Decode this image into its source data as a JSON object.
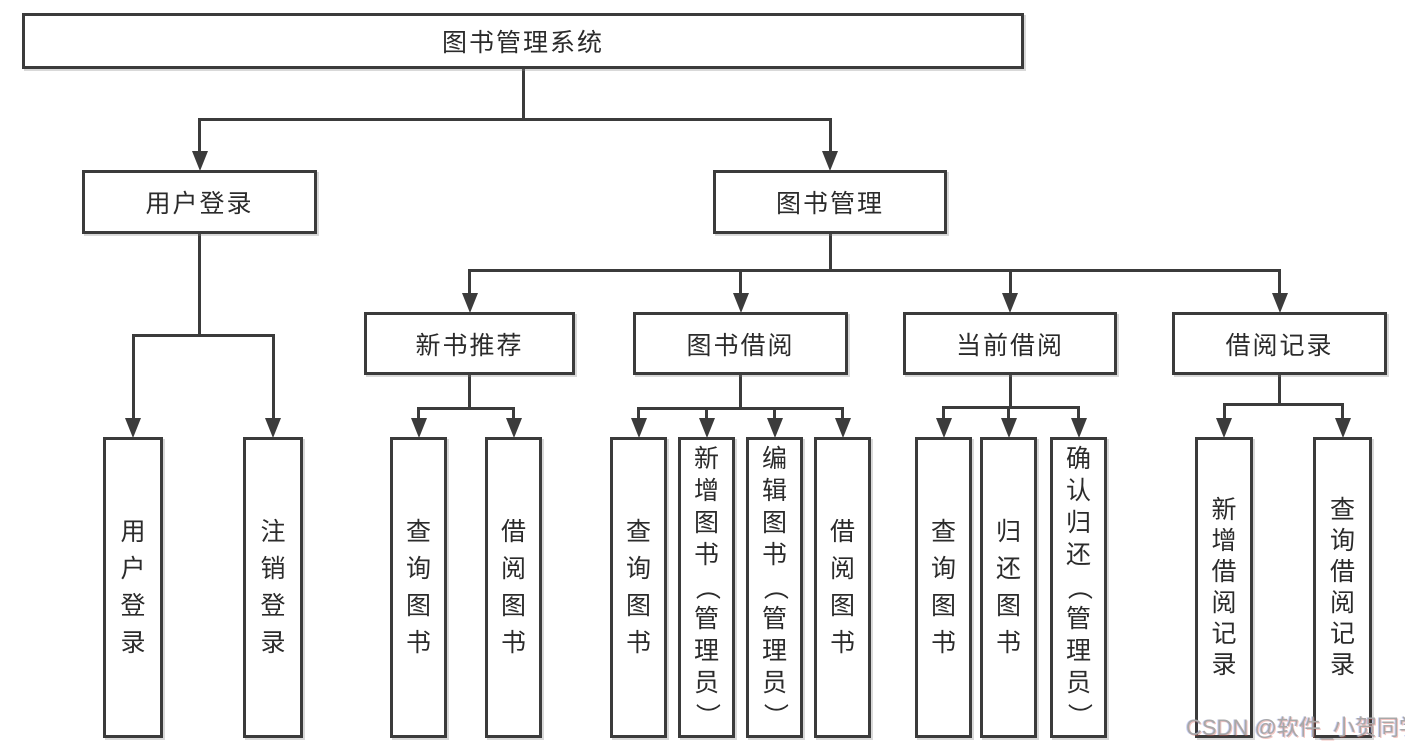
{
  "diagram": {
    "title": "图书管理系统",
    "watermark": "CSDN @软件_小贺同学",
    "colors": {
      "background": "#ffffff",
      "line": "#3b3b3b",
      "text": "#2b2b2b",
      "watermark": "#a8a8a8"
    },
    "nodes": [
      {
        "id": "root",
        "label": "图书管理系统",
        "parent": null,
        "orientation": "horizontal"
      },
      {
        "id": "user-login",
        "label": "用户登录",
        "parent": "root",
        "orientation": "horizontal"
      },
      {
        "id": "book-mgmt",
        "label": "图书管理",
        "parent": "root",
        "orientation": "horizontal"
      },
      {
        "id": "new-book-rec",
        "label": "新书推荐",
        "parent": "book-mgmt",
        "orientation": "horizontal"
      },
      {
        "id": "book-borrow",
        "label": "图书借阅",
        "parent": "book-mgmt",
        "orientation": "horizontal"
      },
      {
        "id": "current-borrow",
        "label": "当前借阅",
        "parent": "book-mgmt",
        "orientation": "horizontal"
      },
      {
        "id": "borrow-records",
        "label": "借阅记录",
        "parent": "book-mgmt",
        "orientation": "horizontal"
      },
      {
        "id": "leaf-user-login",
        "label": "用户登录",
        "parent": "user-login",
        "orientation": "vertical"
      },
      {
        "id": "leaf-logout",
        "label": "注销登录",
        "parent": "user-login",
        "orientation": "vertical"
      },
      {
        "id": "leaf-query-books-1",
        "label": "查询图书",
        "parent": "new-book-rec",
        "orientation": "vertical"
      },
      {
        "id": "leaf-borrow-books-1",
        "label": "借阅图书",
        "parent": "new-book-rec",
        "orientation": "vertical"
      },
      {
        "id": "leaf-query-books-2",
        "label": "查询图书",
        "parent": "book-borrow",
        "orientation": "vertical"
      },
      {
        "id": "leaf-add-books",
        "label": "新增图书（管理员）",
        "parent": "book-borrow",
        "orientation": "vertical"
      },
      {
        "id": "leaf-edit-books",
        "label": "编辑图书（管理员）",
        "parent": "book-borrow",
        "orientation": "vertical"
      },
      {
        "id": "leaf-borrow-books-2",
        "label": "借阅图书",
        "parent": "book-borrow",
        "orientation": "vertical"
      },
      {
        "id": "leaf-query-books-3",
        "label": "查询图书",
        "parent": "current-borrow",
        "orientation": "vertical"
      },
      {
        "id": "leaf-return-books",
        "label": "归还图书",
        "parent": "current-borrow",
        "orientation": "vertical"
      },
      {
        "id": "leaf-confirm-return",
        "label": "确认归还（管理员）",
        "parent": "current-borrow",
        "orientation": "vertical"
      },
      {
        "id": "leaf-add-borrow-record",
        "label": "新增借阅记录",
        "parent": "borrow-records",
        "orientation": "vertical"
      },
      {
        "id": "leaf-query-borrow-record",
        "label": "查询借阅记录",
        "parent": "borrow-records",
        "orientation": "vertical"
      }
    ]
  }
}
